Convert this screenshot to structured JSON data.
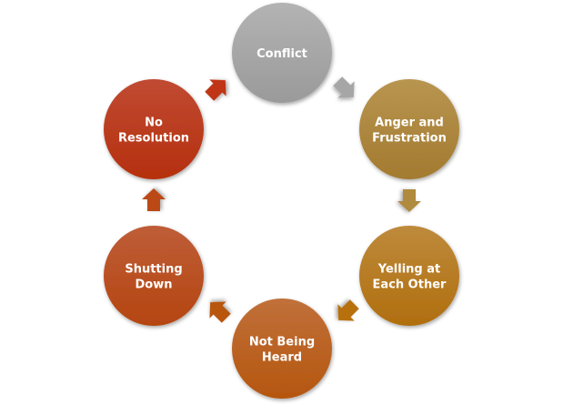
{
  "diagram": {
    "type": "cycle",
    "nodes": [
      {
        "id": "conflict",
        "lines": [
          "Conflict"
        ],
        "color_top": "#b3b3b3",
        "color_bottom": "#9a9a9a"
      },
      {
        "id": "anger-and-frustration",
        "lines": [
          "Anger and",
          "Frustration"
        ],
        "color_top": "#b89550",
        "color_bottom": "#a37a30"
      },
      {
        "id": "yelling-at-each-other",
        "lines": [
          "Yelling at",
          "Each Other"
        ],
        "color_top": "#be8a3c",
        "color_bottom": "#b06e0e"
      },
      {
        "id": "not-being-heard",
        "lines": [
          "Not Being",
          "Heard"
        ],
        "color_top": "#c0703a",
        "color_bottom": "#b5560f"
      },
      {
        "id": "shutting-down",
        "lines": [
          "Shutting",
          "Down"
        ],
        "color_top": "#be5d38",
        "color_bottom": "#b54510"
      },
      {
        "id": "no-resolution",
        "lines": [
          "No",
          "Resolution"
        ],
        "color_top": "#c04a32",
        "color_bottom": "#b5300e"
      }
    ],
    "edges": [
      {
        "from": "conflict",
        "to": "anger-and-frustration",
        "color": "#a6a6a6"
      },
      {
        "from": "anger-and-frustration",
        "to": "yelling-at-each-other",
        "color": "#b08a3e"
      },
      {
        "from": "yelling-at-each-other",
        "to": "not-being-heard",
        "color": "#b8700f"
      },
      {
        "from": "not-being-heard",
        "to": "shutting-down",
        "color": "#b8560f"
      },
      {
        "from": "shutting-down",
        "to": "no-resolution",
        "color": "#bb4a18"
      },
      {
        "from": "no-resolution",
        "to": "conflict",
        "color": "#bf3514"
      }
    ]
  }
}
